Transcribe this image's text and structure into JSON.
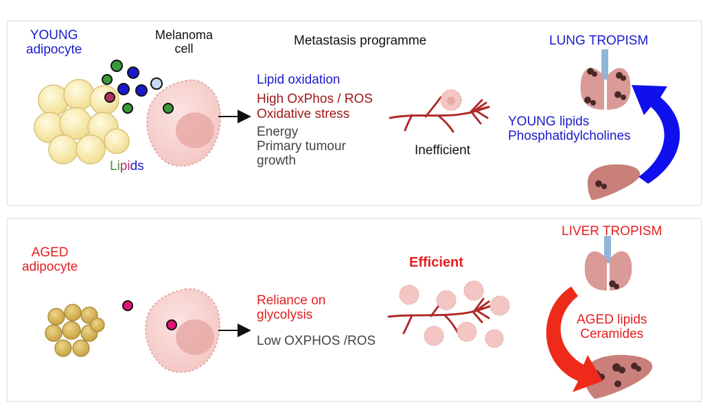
{
  "top": {
    "adipocyte_label_line1": "YOUNG",
    "adipocyte_label_line2": "adipocyte",
    "melanoma_label_line1": "Melanoma",
    "melanoma_label_line2": "cell",
    "programme_title": "Metastasis programme",
    "lipids_label": [
      {
        "text": "Li",
        "color": "#3a9a3a"
      },
      {
        "text": "pi",
        "color": "#b03060"
      },
      {
        "text": "ds",
        "color": "#1a1acc"
      }
    ],
    "pathway_line1": "Lipid oxidation",
    "pathway_line2": "High OxPhos / ROS",
    "pathway_line3": "Oxidative stress",
    "outcome_line1": "Energy",
    "outcome_line2": "Primary tumour",
    "outcome_line3": "growth",
    "efficiency_label": "Inefficient",
    "tropism_title": "LUNG TROPISM",
    "lipid_type_line1": "YOUNG lipids",
    "lipid_type_line2": "Phosphatidylcholines"
  },
  "bottom": {
    "adipocyte_label_line1": "AGED",
    "adipocyte_label_line2": "adipocyte",
    "pathway_line1": "Reliance on",
    "pathway_line2": "glycolysis",
    "outcome_line1": "Low OXPHOS /ROS",
    "efficiency_label": "Efficient",
    "tropism_title": "LIVER TROPISM",
    "lipid_type_line1": "AGED lipids",
    "lipid_type_line2": "Ceramides"
  },
  "colors": {
    "blue": "#1a1acc",
    "red": "#e61e1e",
    "dark_red": "#a01818",
    "gray_text": "#444444",
    "young_fat": "#f7e8a6",
    "aged_fat": "#d9b95a",
    "cell": "#f6d3d1",
    "nucleus": "#e8a9a6",
    "vessel": "#b02a2a",
    "lung": "#d99a98",
    "liver": "#c9807a",
    "tumour": "#4a2828"
  }
}
